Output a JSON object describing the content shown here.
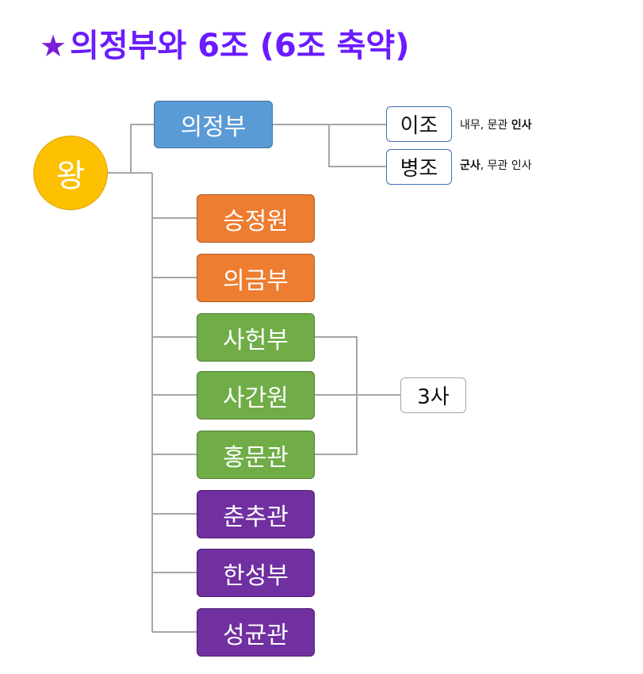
{
  "title": {
    "star": "★",
    "text": "의정부와 6조 (6조 축약)"
  },
  "king": "왕",
  "uijeongbu": "의정부",
  "ijo": {
    "label": "이조",
    "note_plain": "내무, 문관 ",
    "note_bold": "인사"
  },
  "byeongjo": {
    "label": "병조",
    "note_bold": "군사",
    "note_plain": ", 무관 인사"
  },
  "seungjeongwon": "승정원",
  "uigeumbu": "의금부",
  "saheonbu": "사헌부",
  "saganwon": "사간원",
  "hongmungwan": "홍문관",
  "samsa": "3사",
  "chunchugwan": "춘추관",
  "hanseongbu": "한성부",
  "seonggyungwan": "성균관",
  "colors": {
    "blue": "#5b9bd5",
    "orange": "#ed7d31",
    "green": "#70ad47",
    "purple": "#7030a0",
    "gold": "#fdc000",
    "title": "#6a1bff",
    "line": "#a6a6a6"
  }
}
